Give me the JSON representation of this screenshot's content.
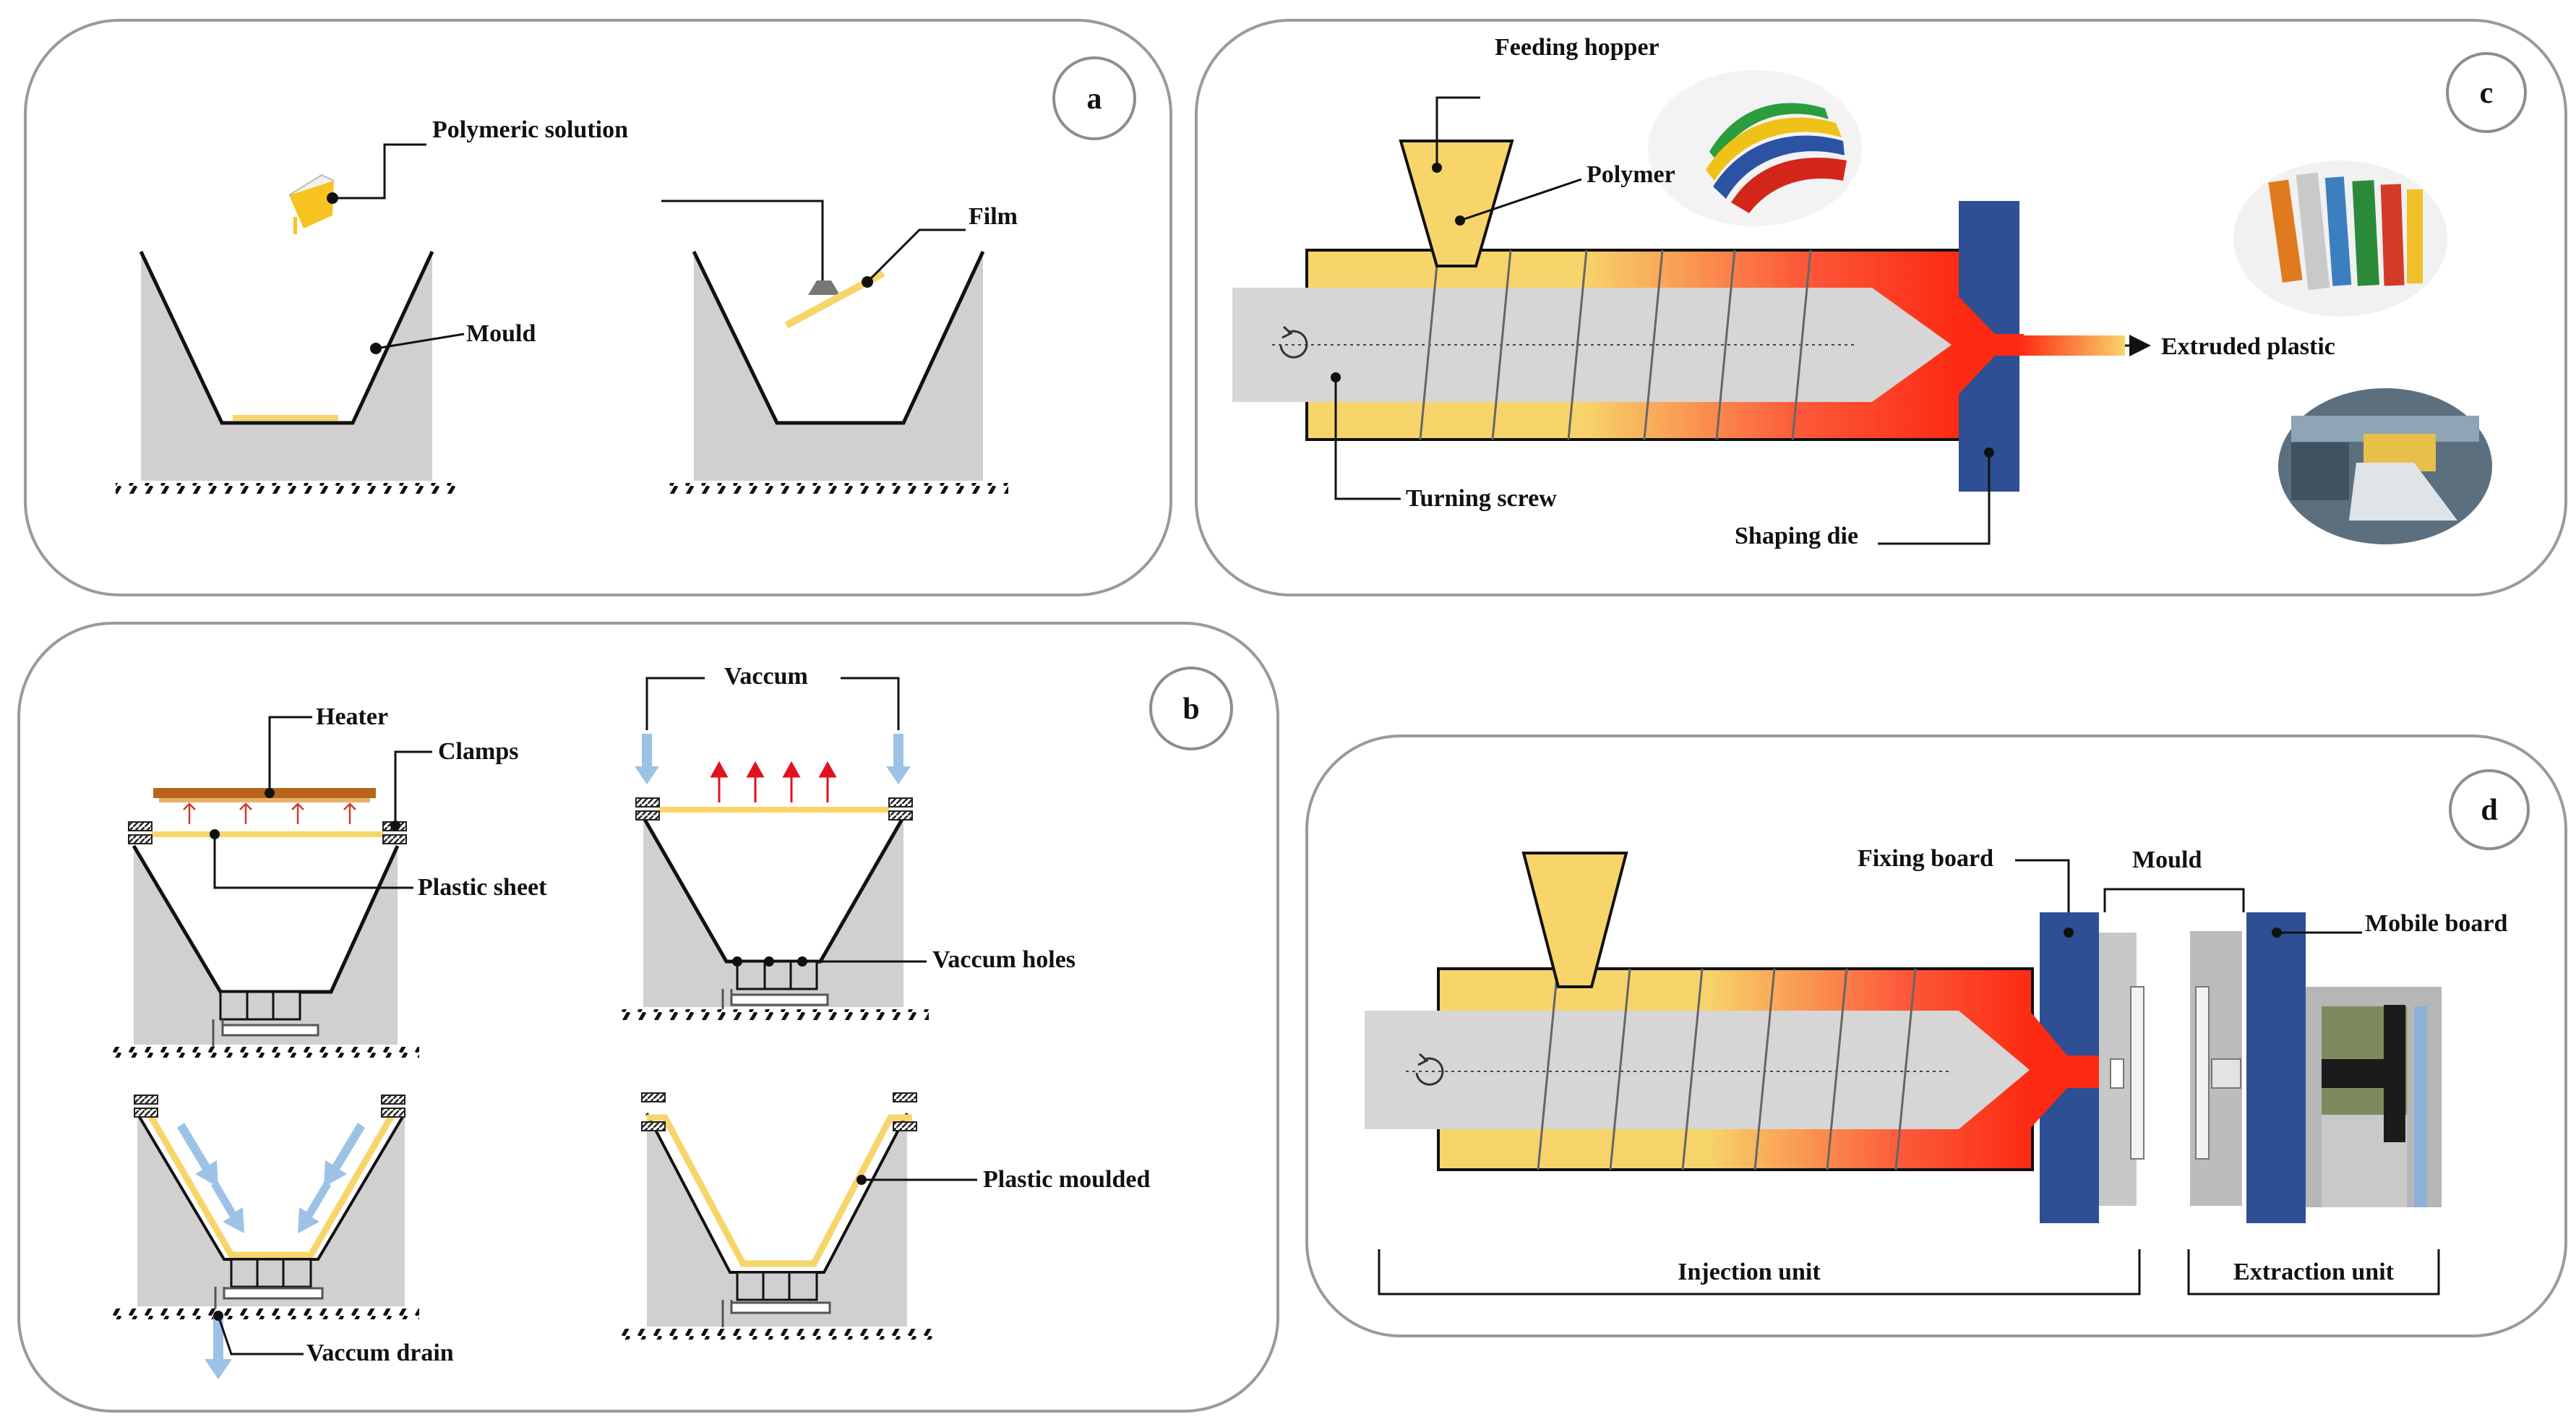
{
  "panels": {
    "a": {
      "letter": "a",
      "labels": {
        "polymeric_solution": "Polymeric solution",
        "mould": "Mould",
        "film": "Film"
      }
    },
    "b": {
      "letter": "b",
      "labels": {
        "heater": "Heater",
        "clamps": "Clamps",
        "plastic_sheet": "Plastic sheet",
        "vaccum": "Vaccum",
        "vaccum_holes": "Vaccum holes",
        "plastic_moulded": "Plastic moulded",
        "vaccum_drain": "Vaccum drain"
      }
    },
    "c": {
      "letter": "c",
      "labels": {
        "feeding_hopper": "Feeding hopper",
        "polymer": "Polymer",
        "extruded_plastic": "Extruded plastic",
        "turning_screw": "Turning screw",
        "shaping_die": "Shaping die"
      }
    },
    "d": {
      "letter": "d",
      "labels": {
        "fixing_board": "Fixing board",
        "mould": "Mould",
        "mobile_board": "Mobile board",
        "injection_unit": "Injection unit",
        "extraction_unit": "Extraction unit"
      }
    }
  },
  "colors": {
    "mould_gray": "#d1cfd0",
    "plastic_yellow": "#f7d56a",
    "melt_red": "#fc2a12",
    "die_blue": "#2e4f93",
    "vacuum_blue": "#9cc3e6",
    "heater_brown": "#b8651c"
  }
}
